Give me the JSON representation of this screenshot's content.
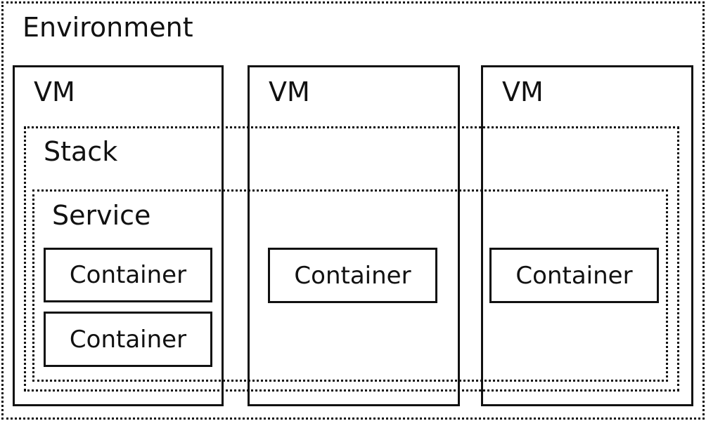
{
  "diagram": {
    "environment_label": "Environment",
    "vms": [
      {
        "label": "VM"
      },
      {
        "label": "VM"
      },
      {
        "label": "VM"
      }
    ],
    "stack_label": "Stack",
    "service_label": "Service",
    "containers": [
      {
        "label": "Container"
      },
      {
        "label": "Container"
      },
      {
        "label": "Container"
      },
      {
        "label": "Container"
      }
    ]
  }
}
